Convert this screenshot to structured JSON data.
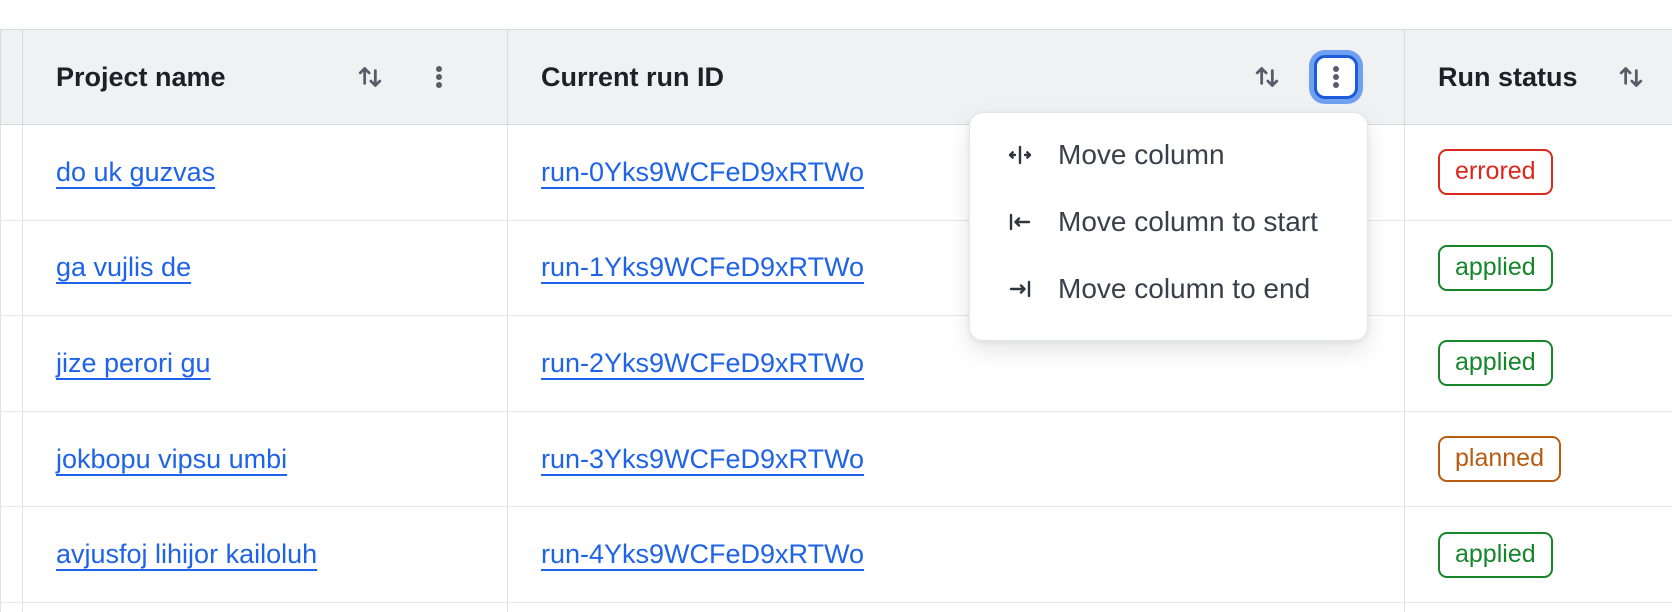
{
  "table": {
    "columns": [
      {
        "id": "project",
        "label": "Project name"
      },
      {
        "id": "run_id",
        "label": "Current run ID"
      },
      {
        "id": "status",
        "label": "Run status"
      }
    ],
    "rows": [
      {
        "project": "do uk guzvas",
        "run_id": "run-0Yks9WCFeD9xRTWo",
        "status": "errored"
      },
      {
        "project": "ga vujlis de",
        "run_id": "run-1Yks9WCFeD9xRTWo",
        "status": "applied"
      },
      {
        "project": "jize perori gu",
        "run_id": "run-2Yks9WCFeD9xRTWo",
        "status": "applied"
      },
      {
        "project": "jokbopu vipsu umbi",
        "run_id": "run-3Yks9WCFeD9xRTWo",
        "status": "planned"
      },
      {
        "project": "avjusfoj lihijor kailoluh",
        "run_id": "run-4Yks9WCFeD9xRTWo",
        "status": "applied"
      }
    ]
  },
  "column_menu": {
    "open_for_column": "Current run ID",
    "items": [
      {
        "label": "Move column",
        "icon": "move-column-icon"
      },
      {
        "label": "Move column to start",
        "icon": "move-column-to-start-icon"
      },
      {
        "label": "Move column to end",
        "icon": "move-column-to-end-icon"
      }
    ]
  },
  "icons": {
    "sort": "sort-arrows-icon",
    "column_menu": "kebab-menu-icon"
  },
  "colors": {
    "link": "#1f63e8",
    "header_bg": "#f0f1f3",
    "status_errored": "#da291c",
    "status_applied": "#15862a",
    "status_planned": "#b95c11",
    "focus_ring_outer": "#6fa0f1",
    "focus_ring_border": "#1d5bd8"
  }
}
